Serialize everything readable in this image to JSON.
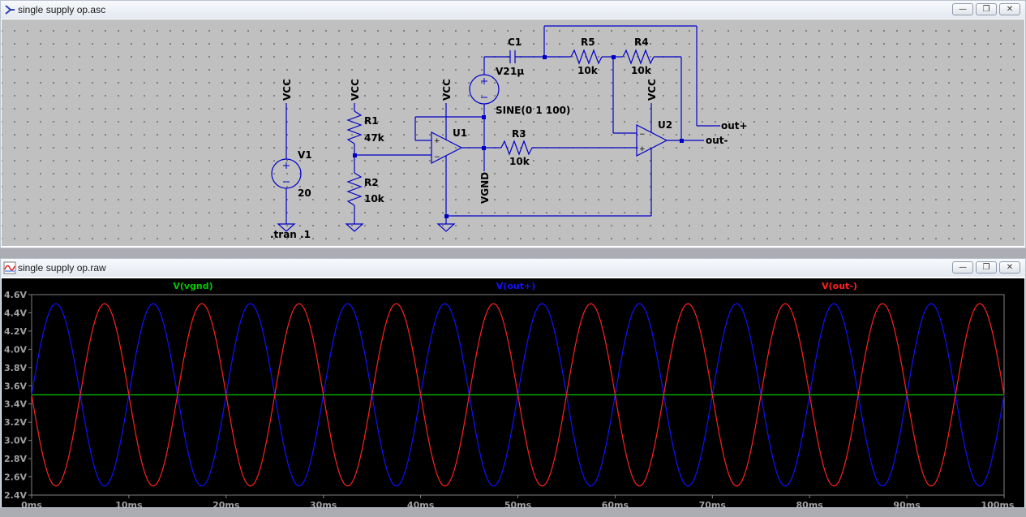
{
  "schematic_window": {
    "title": "single supply op.asc",
    "buttons": {
      "minimize": "—",
      "restore": "❐",
      "close": "✕"
    },
    "labels": {
      "vcc_v1": "VCC",
      "vcc_r1": "VCC",
      "vcc_u1": "VCC",
      "vcc_u2": "VCC",
      "v1_name": "V1",
      "v1_value": "20",
      "r1_name": "R1",
      "r1_value": "47k",
      "r2_name": "R2",
      "r2_value": "10k",
      "u1_name": "U1",
      "u2_name": "U2",
      "v2_name": "V2",
      "v2_value": "SINE(0 1 100)",
      "c1_name": "C1",
      "c1_value": "1µ",
      "r5_name": "R5",
      "r5_value": "10k",
      "r4_name": "R4",
      "r4_value": "10k",
      "r3_name": "R3",
      "r3_value": "10k",
      "vgnd": "VGND",
      "out_plus": "out+",
      "out_minus": "out-",
      "directive": ".tran .1"
    }
  },
  "waveform_window": {
    "title": "single supply op.raw",
    "buttons": {
      "minimize": "—",
      "restore": "❐",
      "close": "✕"
    }
  },
  "chart_data": {
    "type": "line",
    "xlabel": "",
    "ylabel": "",
    "x_ticks": [
      "0ms",
      "10ms",
      "20ms",
      "30ms",
      "40ms",
      "50ms",
      "60ms",
      "70ms",
      "80ms",
      "90ms",
      "100ms"
    ],
    "y_ticks": [
      "4.6V",
      "4.4V",
      "4.2V",
      "4.0V",
      "3.8V",
      "3.6V",
      "3.4V",
      "3.2V",
      "3.0V",
      "2.8V",
      "2.6V",
      "2.4V"
    ],
    "xlim": [
      0,
      100
    ],
    "ylim": [
      2.4,
      4.6
    ],
    "x_unit": "ms",
    "series": [
      {
        "name": "V(vgnd)",
        "color": "#00c800",
        "offset": 3.5,
        "amplitude": 0,
        "freq_hz": 100,
        "phase_deg": 0
      },
      {
        "name": "V(out+)",
        "color": "#1010ff",
        "offset": 3.5,
        "amplitude": 1.0,
        "freq_hz": 100,
        "phase_deg": 0
      },
      {
        "name": "V(out-)",
        "color": "#ff2020",
        "offset": 3.5,
        "amplitude": 1.0,
        "freq_hz": 100,
        "phase_deg": 180
      }
    ],
    "grid": false
  }
}
